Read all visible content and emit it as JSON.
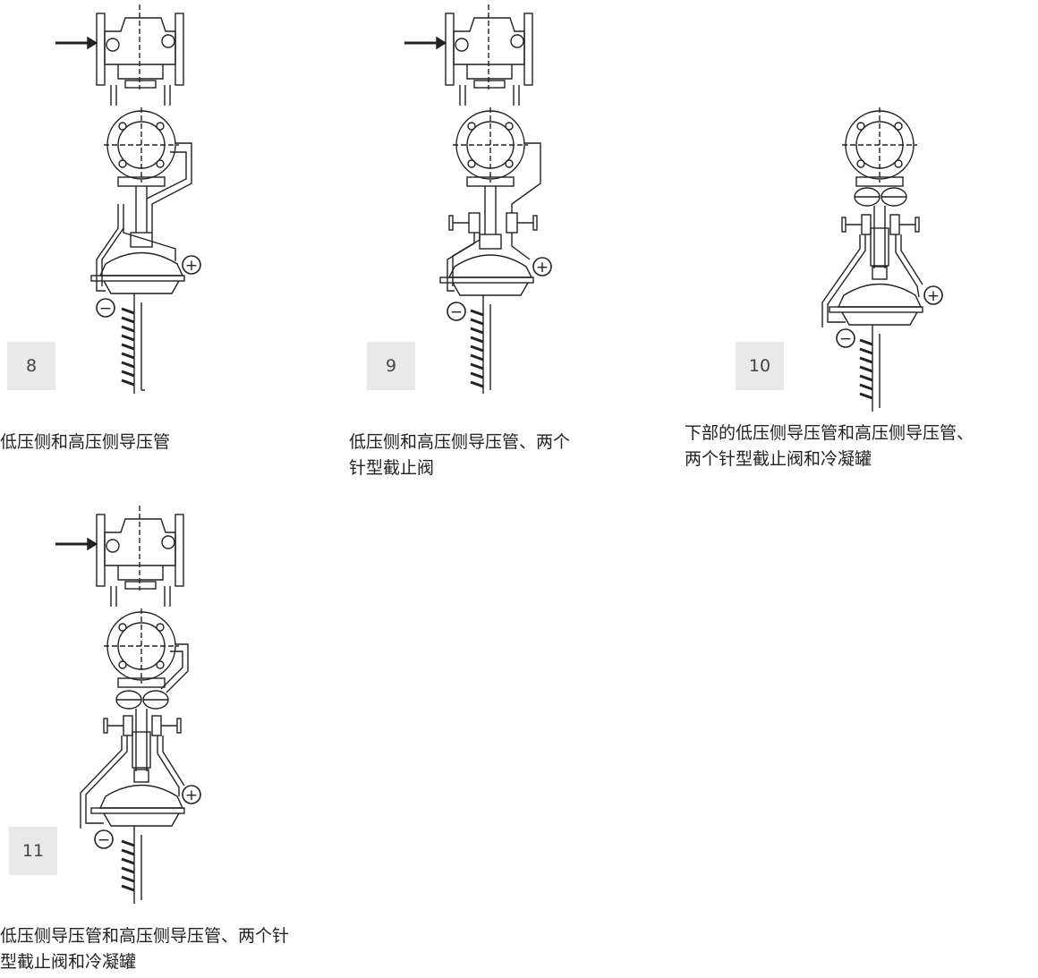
{
  "figures": [
    {
      "number": "8",
      "caption_lines": [
        "低压侧和高压侧导压管"
      ]
    },
    {
      "number": "9",
      "caption_lines": [
        "低压侧和高压侧导压管、两个",
        "针型截止阀"
      ]
    },
    {
      "number": "10",
      "caption_lines": [
        "下部的低压侧导压管和高压侧导压管、",
        "两个针型截止阀和冷凝罐"
      ]
    },
    {
      "number": "11",
      "caption_lines": [
        "低压侧导压管和高压侧导压管、两个针",
        "型截止阀和冷凝罐"
      ]
    }
  ],
  "symbols": {
    "plus": "+",
    "minus": "−"
  },
  "colors": {
    "line": "#222222",
    "badge_bg": "#e9e9e9",
    "badge_text": "#444444"
  }
}
